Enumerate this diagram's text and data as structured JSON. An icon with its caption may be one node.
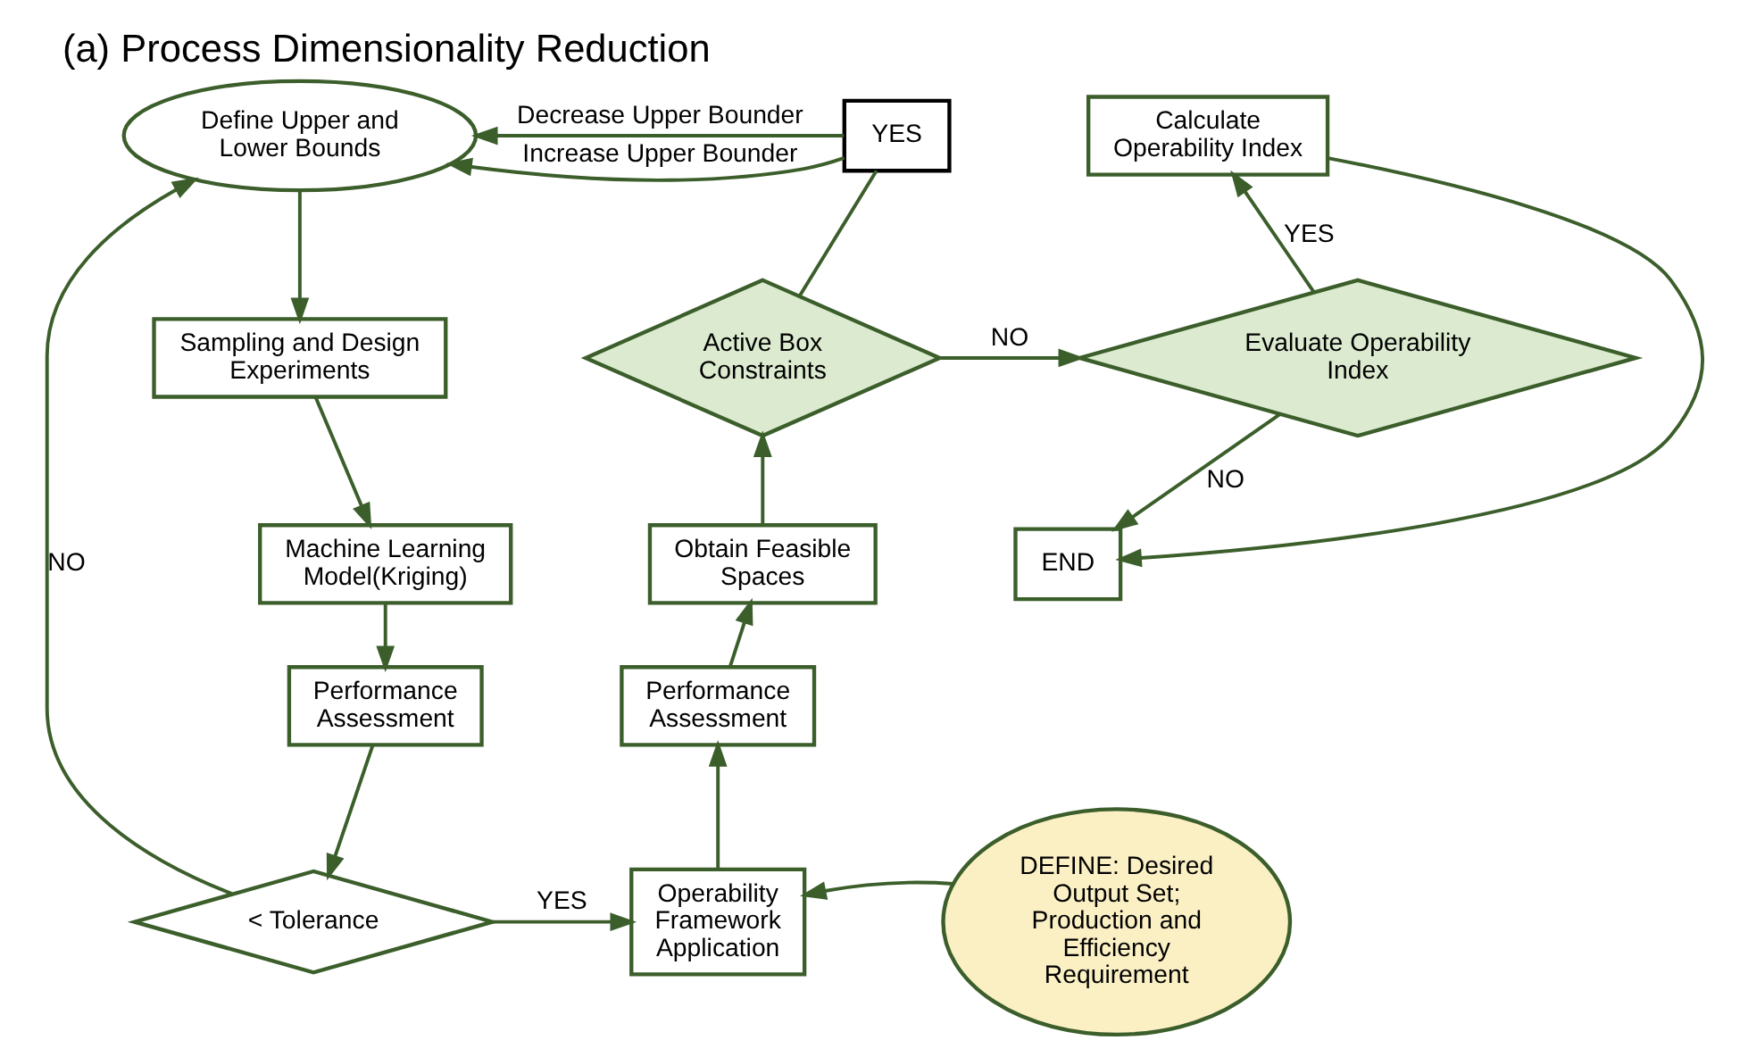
{
  "diagram": {
    "title": "(a) Process Dimensionality Reduction",
    "nodes": [
      {
        "text": [
          "Define Upper and Lower Bounds"
        ]
      },
      {
        "text": [
          "Sampling and Design Experiments"
        ]
      },
      {
        "text": [
          "Machine Learning Model(Kriging)"
        ]
      },
      {
        "text": [
          "Performance Assessment"
        ]
      },
      {
        "text": [
          "< Tolerance"
        ]
      },
      {
        "text": [
          "Operability Framework Application"
        ]
      },
      {
        "text": [
          "Performance Assessment"
        ]
      },
      {
        "text": [
          "Obtain Feasible Spaces"
        ]
      },
      {
        "text": [
          "Active Box Constraints"
        ]
      },
      {
        "text": [
          "YES"
        ]
      },
      {
        "text": [
          "Calculate Operability Index"
        ]
      },
      {
        "text": [
          "Evaluate Operability Index"
        ]
      },
      {
        "text": [
          "END"
        ]
      },
      {
        "text": [
          "DEFINE: Desired Output Set; Production and Efficiency Requirement"
        ]
      }
    ],
    "edges": [
      {
        "from": 0,
        "to": 1,
        "arrow": "to"
      },
      {
        "from": 1,
        "to": 2,
        "arrow": "to"
      },
      {
        "from": 2,
        "to": 3,
        "arrow": "to"
      },
      {
        "from": 3,
        "to": 4,
        "arrow": "to"
      },
      {
        "from": 4,
        "to": 0,
        "arrow": "to",
        "label": "NO"
      },
      {
        "from": 4,
        "to": 5,
        "arrow": "to",
        "label": "YES"
      },
      {
        "from": 13,
        "to": 5,
        "arrow": "to"
      },
      {
        "from": 5,
        "to": 6,
        "arrow": "to"
      },
      {
        "from": 6,
        "to": 7,
        "arrow": "to"
      },
      {
        "from": 7,
        "to": 8,
        "arrow": "to"
      },
      {
        "from": 8,
        "to": 9,
        "arrow": "none"
      },
      {
        "from": 9,
        "to": 0,
        "arrow": "to",
        "label": "Increase Upper Bounder"
      },
      {
        "from": 9,
        "to": 0,
        "arrow": "to",
        "label": "Decrease Upper Bounder"
      },
      {
        "from": 8,
        "to": 11,
        "arrow": "to",
        "label": "NO"
      },
      {
        "from": 11,
        "to": 10,
        "arrow": "to",
        "label": "YES"
      },
      {
        "from": 11,
        "to": 12,
        "arrow": "to",
        "label": "NO"
      },
      {
        "from": 10,
        "to": 12,
        "arrow": "to"
      }
    ]
  }
}
